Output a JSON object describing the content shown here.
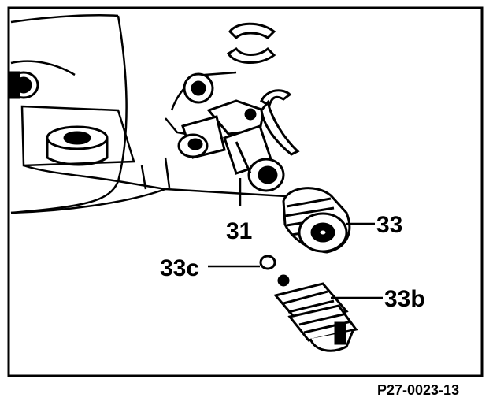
{
  "figure": {
    "reference_code": "P27-0023-13",
    "callouts": {
      "c31": "31",
      "c33": "33",
      "c33b": "33b",
      "c33c": "33c"
    }
  }
}
